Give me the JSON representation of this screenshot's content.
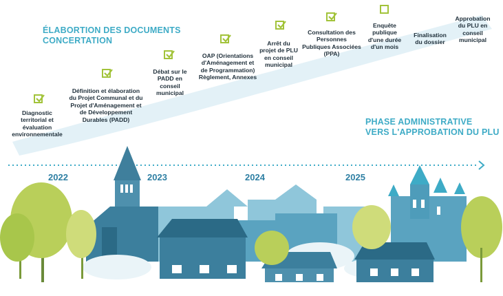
{
  "phases": {
    "concertation_line1": "ÉLABORTION DES DOCUMENTS",
    "concertation_line2": "CONCERTATION",
    "admin_line1": "PHASE ADMINISTRATIVE",
    "admin_line2": "VERS L'APPROBATION DU PLU"
  },
  "years": [
    "2022",
    "2023",
    "2024",
    "2025"
  ],
  "steps": [
    {
      "lines": [
        "Diagnostic",
        "territorial et",
        "évaluation",
        "environnementale"
      ],
      "checked": true
    },
    {
      "lines": [
        "Définition et élaboration",
        "du Projet Communal et du",
        "Projet d'Aménagement et",
        "de Développement",
        "Durables (PADD)"
      ],
      "checked": true
    },
    {
      "lines": [
        "Débat sur le",
        "PADD en",
        "conseil",
        "municipal"
      ],
      "checked": true
    },
    {
      "lines": [
        "OAP (Orientations",
        "d'Aménagement et",
        "de Programmation)",
        "Règlement, Annexes"
      ],
      "checked": true
    },
    {
      "lines": [
        "Arrêt du",
        "projet de PLU",
        "en conseil",
        "municipal"
      ],
      "checked": true
    },
    {
      "lines": [
        "Consultation des",
        "Personnes",
        "Publiques Associées",
        "(PPA)"
      ],
      "checked": true
    },
    {
      "lines": [
        "Enquête",
        "publique",
        "d'une durée",
        "d'un mois"
      ],
      "checked": false
    },
    {
      "lines": [
        "Finalisation",
        "du dossier"
      ],
      "checked": false
    },
    {
      "lines": [
        "Approbation",
        "du PLU en",
        "conseil",
        "municipal"
      ],
      "checked": false
    }
  ],
  "colors": {
    "accent_green": "#a2c33a",
    "phase_blue": "#3eabc6",
    "year_blue": "#2e7fa3",
    "band": "#e3f1f7"
  }
}
